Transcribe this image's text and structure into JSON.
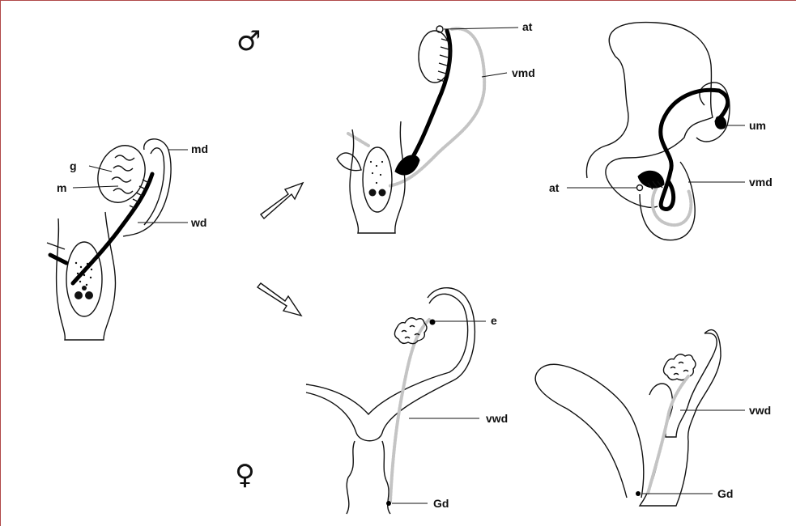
{
  "symbols": {
    "male": "♂",
    "female": "♀"
  },
  "labels": {
    "indifferent": {
      "g": "g",
      "m": "m",
      "md": "md",
      "wd": "wd"
    },
    "male_early": {
      "at": "at",
      "vmd": "vmd"
    },
    "male_late": {
      "um": "um",
      "at": "at",
      "vmd": "vmd"
    },
    "female_early": {
      "e": "e",
      "vwd": "vwd",
      "Gd": "Gd"
    },
    "female_late": {
      "vwd": "vwd",
      "Gd": "Gd"
    }
  }
}
